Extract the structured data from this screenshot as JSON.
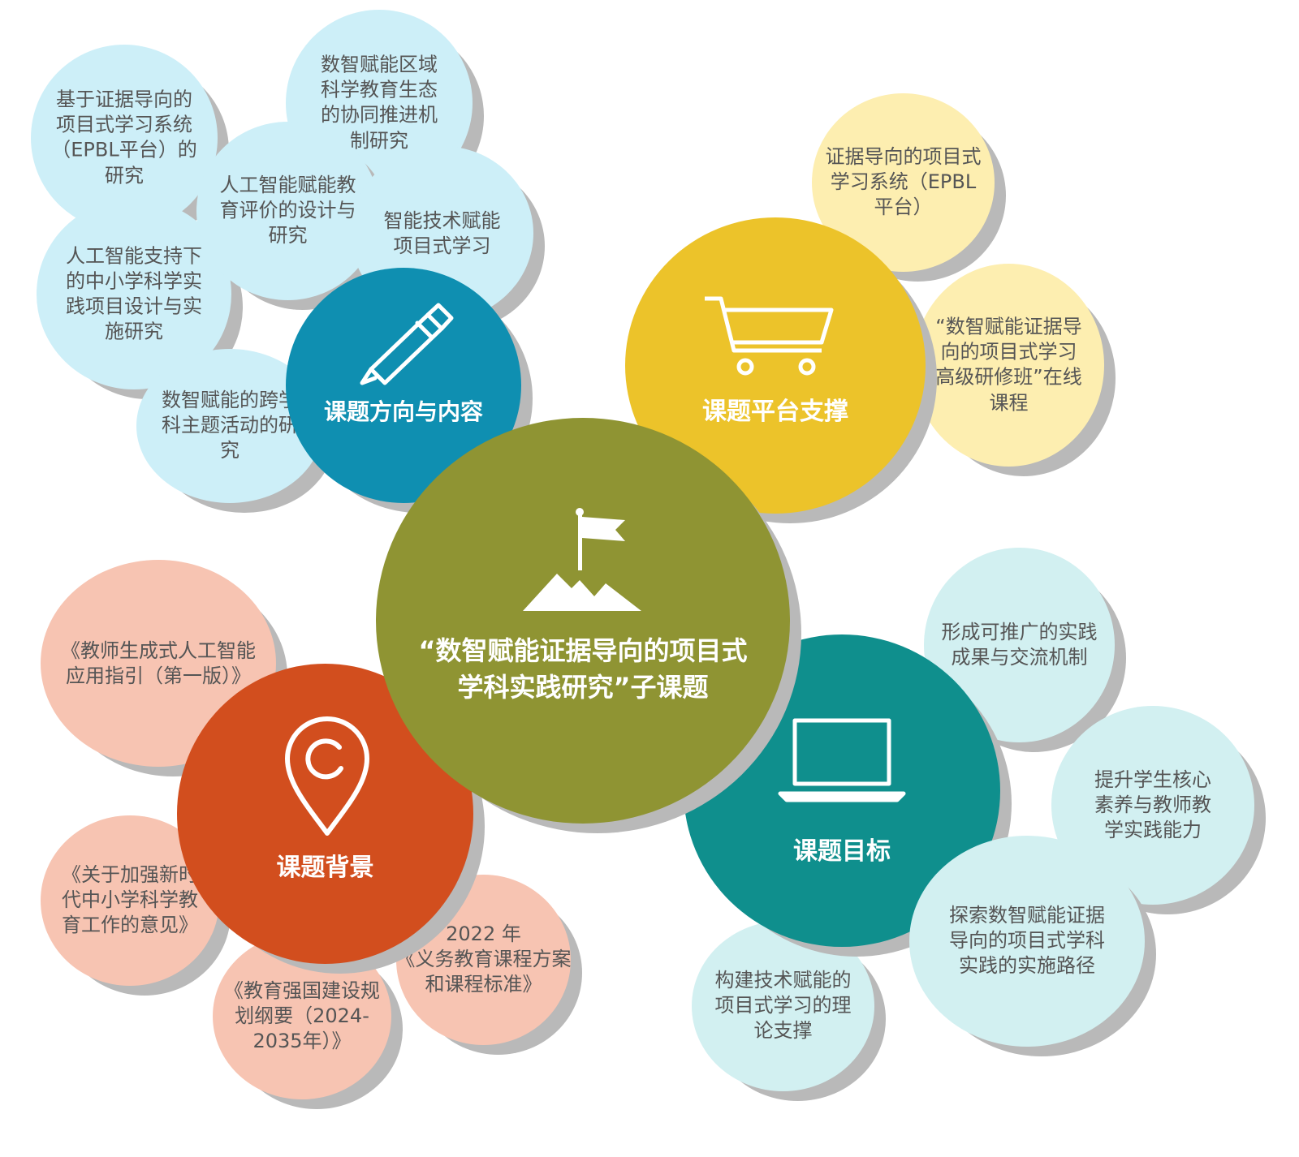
{
  "colors": {
    "center": "#8f9433",
    "direction": "#0f8fb1",
    "platform": "#ecc32a",
    "background": "#d24e1e",
    "goal": "#0f8f8d",
    "shadow": "#b9b9b9"
  },
  "center": {
    "icon": "mountain-flag-icon",
    "title": "“数智赋能证据导向的项目式\n学科实践研究”子课题"
  },
  "direction": {
    "icon": "pen-icon",
    "label": "课题方向与内容",
    "items": [
      "基于证据导向的\n项目式学习系统\n（EPBL平台）的\n研究",
      "数智赋能区域\n科学教育生态\n的协同推进机\n制研究",
      "人工智能赋能教\n育评价的设计与\n研究",
      "智能技术赋能\n项目式学习",
      "人工智能支持下\n的中小学科学实\n践项目设计与实\n施研究",
      "数智赋能的跨学\n科主题活动的研\n究"
    ]
  },
  "platform": {
    "icon": "shopping-cart-icon",
    "label": "课题平台支撑",
    "items": [
      "证据导向的项目式\n学习系统（EPBL\n平台）",
      "“数智赋能证据导\n向的项目式学习\n高级研修班”在线\n课程"
    ]
  },
  "background": {
    "icon": "location-pin-icon",
    "label": "课题背景",
    "items": [
      "《教师生成式人工智能\n应用指引（第一版）》",
      "《关于加强新时\n代中小学科学教\n育工作的意见》",
      "《教育强国建设规\n划纲要（2024-\n2035年）》",
      "2022 年\n《义务教育课程方案\n和课程标准》"
    ]
  },
  "goal": {
    "icon": "laptop-icon",
    "label": "课题目标",
    "items": [
      "形成可推广的实践\n成果与交流机制",
      "提升学生核心\n素养与教师教\n学实践能力",
      "探索数智赋能证据\n导向的项目式学科\n实践的实施路径",
      "构建技术赋能的\n项目式学习的理\n论支撑"
    ]
  }
}
